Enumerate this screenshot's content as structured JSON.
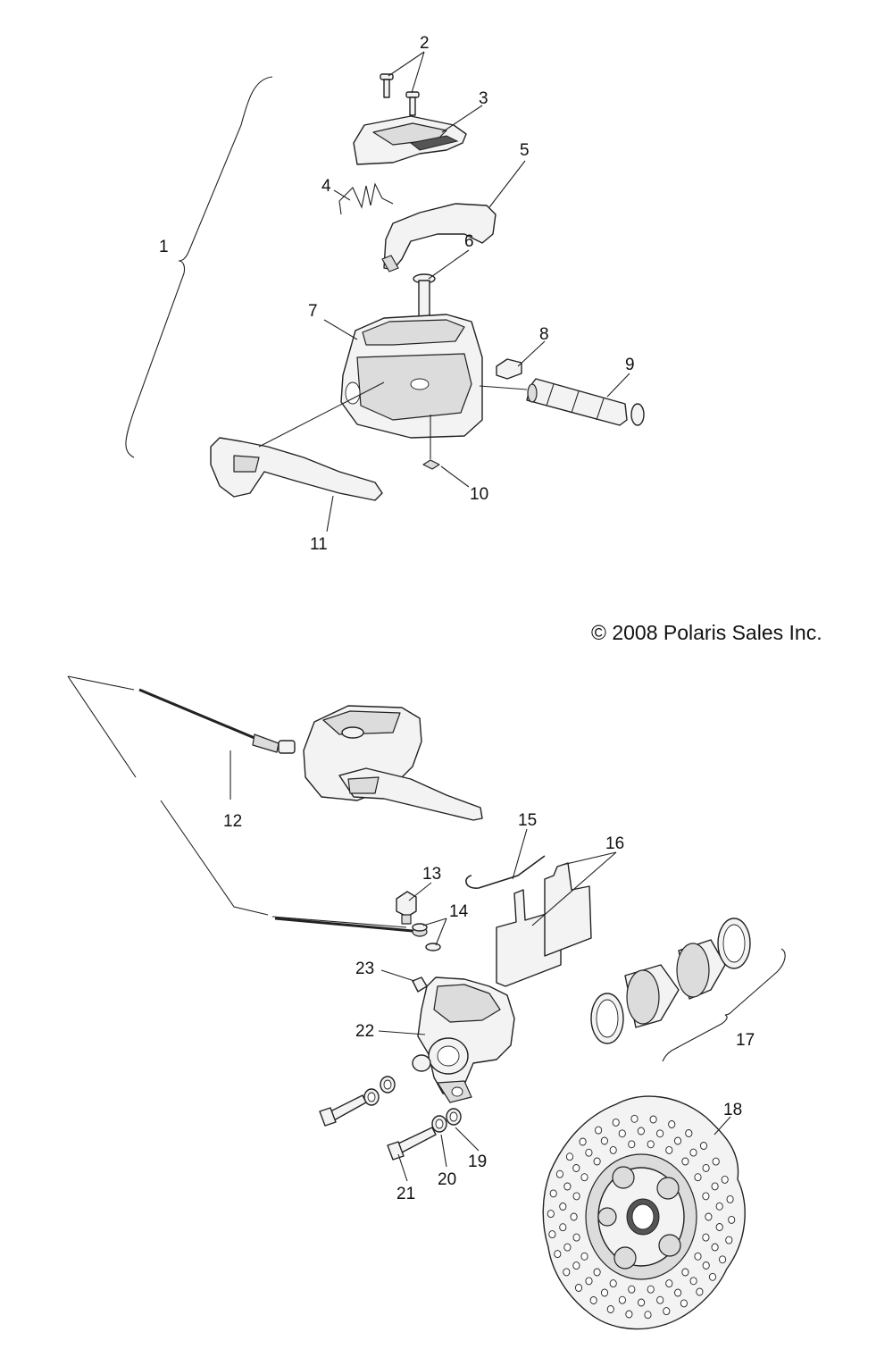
{
  "copyright": "© 2008 Polaris Sales Inc.",
  "callouts": [
    "1",
    "2",
    "3",
    "4",
    "5",
    "6",
    "7",
    "8",
    "9",
    "10",
    "11",
    "12",
    "13",
    "14",
    "15",
    "16",
    "17",
    "18",
    "19",
    "20",
    "21",
    "22",
    "23"
  ]
}
